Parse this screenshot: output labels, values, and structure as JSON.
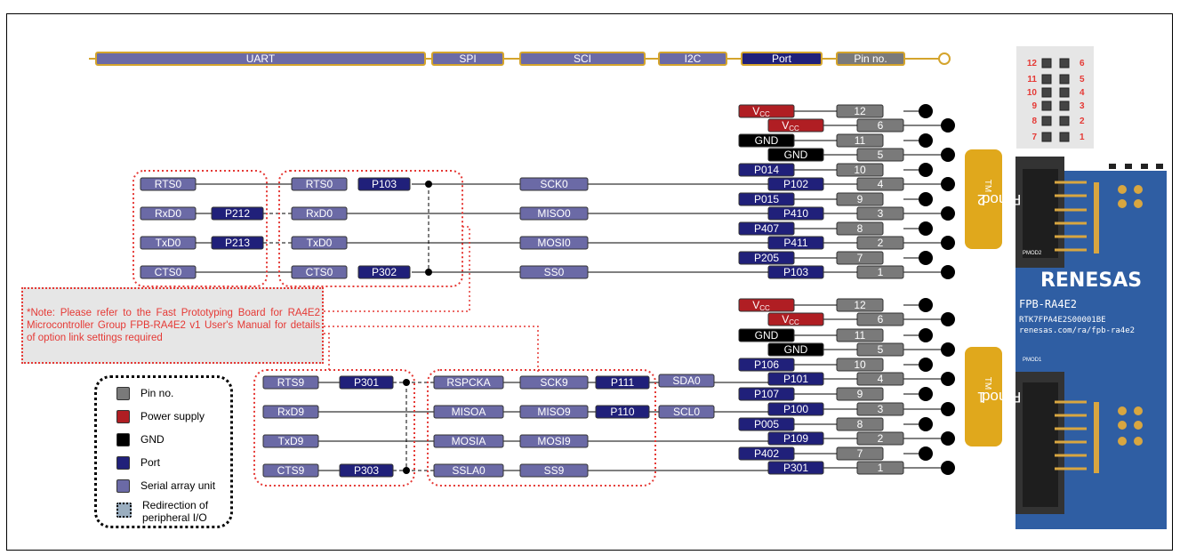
{
  "header_bar": {
    "uart": "UART",
    "spi": "SPI",
    "sci": "SCI",
    "i2c": "I2C",
    "port": "Port",
    "pin_no": "Pin no."
  },
  "pinout": {
    "top": [
      "12",
      "6",
      "11",
      "5",
      "10",
      "4",
      "9",
      "3",
      "8",
      "2",
      "7",
      "1"
    ]
  },
  "pmod2": {
    "label": "Pmod",
    "tm": "TM",
    "num": "2",
    "rows": [
      {
        "port": "V",
        "sub": "CC",
        "pin": "12"
      },
      {
        "port": "V",
        "sub": "CC",
        "pin": "6"
      },
      {
        "port": "GND",
        "pin": "11"
      },
      {
        "port": "GND",
        "pin": "5"
      },
      {
        "port": "P014",
        "pin": "10"
      },
      {
        "port": "P102",
        "pin": "4"
      },
      {
        "port": "P015",
        "pin": "9"
      },
      {
        "port": "P410",
        "pin": "3"
      },
      {
        "port": "P407",
        "pin": "8"
      },
      {
        "port": "P411",
        "pin": "2"
      },
      {
        "port": "P205",
        "pin": "7"
      },
      {
        "port": "P103",
        "pin": "1"
      }
    ],
    "uart": [
      "RTS0",
      "RxD0",
      "TxD0",
      "CTS0"
    ],
    "uart_port_left": [
      "P212",
      "P213"
    ],
    "sau": [
      "RTS0",
      "RxD0",
      "TxD0",
      "CTS0"
    ],
    "sau_port": [
      "P103",
      "P302"
    ],
    "sci": [
      "SCK0",
      "MISO0",
      "MOSI0",
      "SS0"
    ]
  },
  "pmod1": {
    "label": "Pmod",
    "tm": "TM",
    "num": "1",
    "rows": [
      {
        "port": "V",
        "sub": "CC",
        "pin": "12"
      },
      {
        "port": "V",
        "sub": "CC",
        "pin": "6"
      },
      {
        "port": "GND",
        "pin": "11"
      },
      {
        "port": "GND",
        "pin": "5"
      },
      {
        "port": "P106",
        "pin": "10"
      },
      {
        "port": "P101",
        "pin": "4"
      },
      {
        "port": "P107",
        "pin": "9"
      },
      {
        "port": "P100",
        "pin": "3"
      },
      {
        "port": "P005",
        "pin": "8"
      },
      {
        "port": "P109",
        "pin": "2"
      },
      {
        "port": "P402",
        "pin": "7"
      },
      {
        "port": "P301",
        "pin": "1"
      }
    ],
    "uart": [
      "RTS9",
      "RxD9",
      "TxD9",
      "CTS9"
    ],
    "uart_port": [
      "P301",
      "P303"
    ],
    "spi": [
      "RSPCKA",
      "MISOA",
      "MOSIA",
      "SSLA0"
    ],
    "sci": [
      "SCK9",
      "MISO9",
      "MOSI9",
      "SS9"
    ],
    "sci_port": [
      "P111",
      "P110"
    ],
    "i2c": [
      "SDA0",
      "SCL0"
    ]
  },
  "note": "*Note: Please refer to the Fast Prototyping Board for RA4E2 Microcontroller Group FPB-RA4E2 v1 User's Manual for details of option link settings required",
  "legend": {
    "pin_no": "Pin no.",
    "power": "Power supply",
    "gnd": "GND",
    "port": "Port",
    "sau": "Serial array unit",
    "redirect": "Redirection of peripheral I/O"
  },
  "board": {
    "brand": "RENESAS",
    "model": "FPB-RA4E2",
    "part": "RTK7FPA4E2S00001BE",
    "url": "renesas.com/ra/fpb-ra4e2",
    "pmod1_silk": "PMOD1",
    "pmod2_silk": "PMOD2"
  },
  "colors": {
    "sau": "#6b6aa6",
    "port": "#20207a",
    "pin": "#7a7a7a",
    "power": "#b01e23",
    "gnd": "#000000",
    "pmod_label": "#e0a81c",
    "header_border": "#d4a42c",
    "note_red": "#e53935"
  }
}
